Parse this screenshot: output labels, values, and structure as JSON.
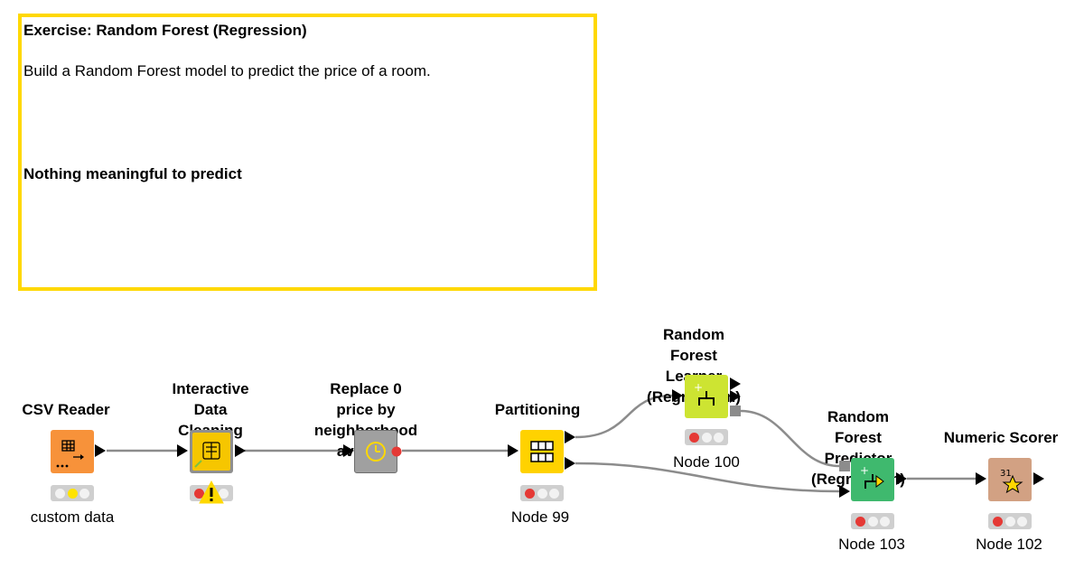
{
  "annotation": {
    "title": "Exercise: Random Forest (Regression)",
    "description": "Build a Random Forest model to predict the price of a room.",
    "note": "Nothing meaningful to predict",
    "border_color": "#ffd800"
  },
  "nodes": [
    {
      "title": "CSV Reader",
      "label": "custom data",
      "icon": "csv-reader-icon",
      "color": "#f7923a",
      "status": "yellow"
    },
    {
      "title": "Interactive\nData Cleaning",
      "label": "",
      "icon": "data-cleaning-icon",
      "color": "#f6c600",
      "status": "red",
      "warning": true
    },
    {
      "title": "Replace 0 price by\nneighborhood average",
      "label": "",
      "icon": "clock-icon",
      "color": "#a0a0a0",
      "status": "none"
    },
    {
      "title": "Partitioning",
      "label": "Node 99",
      "icon": "partition-icon",
      "color": "#ffd200",
      "status": "red"
    },
    {
      "title": "Random Forest Learner\n(Regression)",
      "label": "Node 100",
      "icon": "learner-icon",
      "color": "#cde432",
      "status": "red"
    },
    {
      "title": "Random Forest Predictor\n(Regression)",
      "label": "Node 103",
      "icon": "predictor-icon",
      "color": "#3fb96e",
      "status": "red"
    },
    {
      "title": "Numeric Scorer",
      "label": "Node 102",
      "icon": "scorer-icon",
      "color": "#d2a183",
      "status": "red"
    }
  ],
  "colors": {
    "connection": "#8c8c8c",
    "status_red": "#e53935",
    "status_yellow": "#ffe300"
  }
}
